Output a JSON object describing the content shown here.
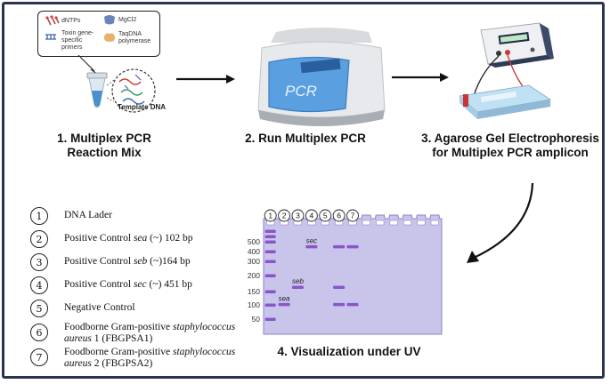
{
  "reagents": {
    "dntps": "dNTPs",
    "mgcl2": "MgCl2",
    "primers": "Toxin gene-specific primers",
    "taq": "TaqDNA polymerase"
  },
  "template_dna": "Template DNA",
  "pcr_machine_text": "PCR",
  "steps": {
    "s1_line1": "1.   Multiplex PCR",
    "s1_line2": "Reaction Mix",
    "s2": "2. Run  Multiplex PCR",
    "s3_line1": "3. Agarose Gel Electrophoresis",
    "s3_line2": "for Multiplex PCR amplicon",
    "s4": "4. Visualization under UV"
  },
  "legend": [
    {
      "num": "1",
      "pre": "DNA Lader",
      "ital": "",
      "post": ""
    },
    {
      "num": "2",
      "pre": "Positive Control ",
      "ital": "sea",
      "post": " (~) 102 bp"
    },
    {
      "num": "3",
      "pre": "Positive Control ",
      "ital": "seb",
      "post": " (~)164 bp"
    },
    {
      "num": "4",
      "pre": "Positive Control ",
      "ital": "sec",
      "post": " (~) 451 bp"
    },
    {
      "num": "5",
      "pre": "Negative Control",
      "ital": "",
      "post": ""
    },
    {
      "num": "6",
      "pre": "Foodborne Gram-positive ",
      "ital": "staphylococcus",
      "line2_ital": "aureus",
      "line2_post": " 1 (FBGPSA1)"
    },
    {
      "num": "7",
      "pre": "Foodborne Gram-positive ",
      "ital": "staphylococcus",
      "line2_ital": "aureus",
      "line2_post": " 2 (FBGPSA2)"
    }
  ],
  "gel": {
    "lane_labels": [
      "1",
      "2",
      "3",
      "4",
      "5",
      "6",
      "7"
    ],
    "mw_markers": [
      "500",
      "400",
      "300",
      "200",
      "150",
      "100",
      "50"
    ],
    "band_labels": {
      "sea": "sea",
      "seb": "seb",
      "sec": "sec"
    }
  },
  "colors": {
    "gel_fill": "#c9c5ea",
    "band": "#8a55c9",
    "frame": "#2b3450"
  }
}
